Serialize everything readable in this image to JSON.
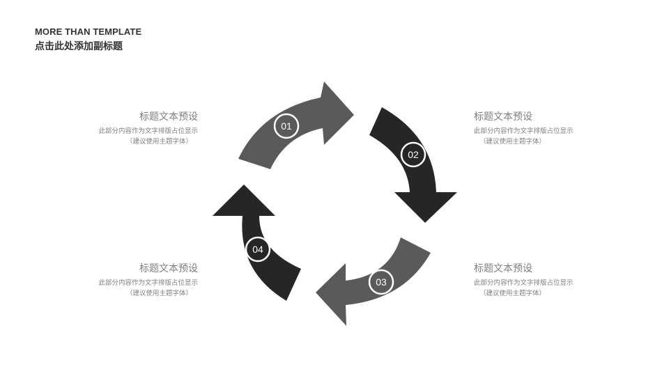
{
  "header": {
    "title_en": "MORE THAN TEMPLATE",
    "subtitle_cn": "点击此处添加副标题"
  },
  "colors": {
    "arrow_light": "#5a5a5a",
    "arrow_dark": "#262626",
    "title_text": "#333333",
    "body_text": "#808080"
  },
  "steps": [
    {
      "number": "01",
      "title": "标题文本预设",
      "line1": "此部分内容作为文字排版占位显示",
      "line2": "（建议使用主题字体）"
    },
    {
      "number": "02",
      "title": "标题文本预设",
      "line1": "此部分内容作为文字排版占位显示",
      "line2": "（建议使用主题字体）"
    },
    {
      "number": "03",
      "title": "标题文本预设",
      "line1": "此部分内容作为文字排版占位显示",
      "line2": "（建议使用主题字体）"
    },
    {
      "number": "04",
      "title": "标题文本预设",
      "line1": "此部分内容作为文字排版占位显示",
      "line2": "（建议使用主题字体）"
    }
  ]
}
